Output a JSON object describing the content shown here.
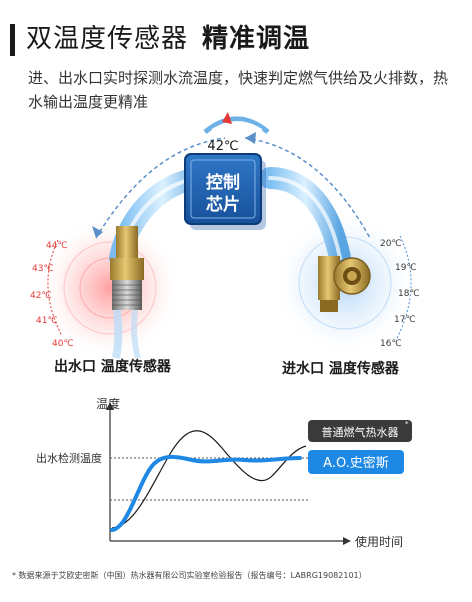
{
  "header": {
    "title_part1": "双温度传感器",
    "title_part2": "精准调温"
  },
  "description": "进、出水口实时探测水流温度，快速判定燃气供给及火排数，热水输出温度更精准",
  "chip": {
    "line1": "控制",
    "line2": "芯片",
    "temperature": "42℃"
  },
  "outlet_sensor": {
    "label": "出水口 温度传感器",
    "scale": [
      "44℃",
      "43℃",
      "42℃",
      "41℃",
      "40℃"
    ]
  },
  "inlet_sensor": {
    "label": "进水口 温度传感器",
    "scale": [
      "20℃",
      "19℃",
      "18℃",
      "17℃",
      "16℃"
    ]
  },
  "graph": {
    "y_label": "温度",
    "x_label": "使用时间",
    "reference_label": "出水检测温度",
    "legend_normal": "普通燃气热水器",
    "legend_normal_mark": "*",
    "legend_ao": "A.O.史密斯"
  },
  "colors": {
    "accent_blue": "#1e88e5",
    "chip_blue": "#1f5fb0",
    "hot_red": "#e53935",
    "cold_blue": "#4a8fd6"
  },
  "footnote": "* 数据来源于艾欧史密斯（中国）热水器有限公司实验室检验报告（报告编号：LABRG19082101）"
}
